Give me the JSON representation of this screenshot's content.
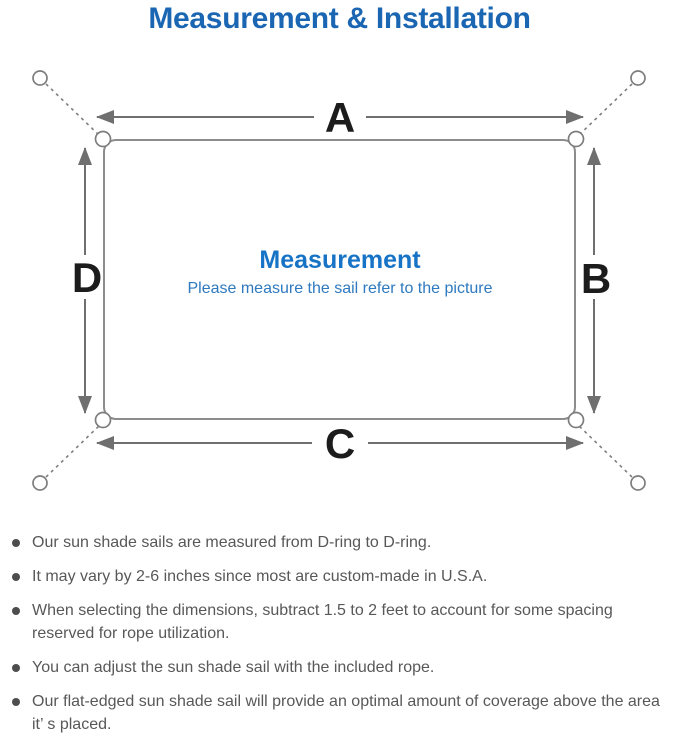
{
  "title": {
    "text": "Measurement & Installation",
    "color": "#1a66b2"
  },
  "diagram": {
    "dimension_labels": {
      "top": "A",
      "right": "B",
      "bottom": "C",
      "left": "D"
    },
    "center": {
      "heading": "Measurement",
      "subheading": "Please measure the sail refer to the picture"
    },
    "colors": {
      "outline_gray": "#8c8c8c",
      "rope_gray": "#7d7d7d",
      "arrow_gray": "#6f6f6f",
      "label_black": "#1c1c1c",
      "center_heading_blue": "#1673c5",
      "center_subheading_blue": "#2e79bf"
    }
  },
  "notes": {
    "text_color": "#585858",
    "items": [
      "Our sun shade sails are measured from D-ring to D-ring.",
      "It may vary by 2-6 inches since most are custom-made in U.S.A.",
      "When selecting the dimensions, subtract 1.5 to 2 feet to account for some spacing reserved for rope utilization.",
      "You can adjust the sun shade sail with the included rope.",
      "Our flat-edged sun shade sail will provide an optimal amount of coverage above the area it’ s placed."
    ]
  }
}
